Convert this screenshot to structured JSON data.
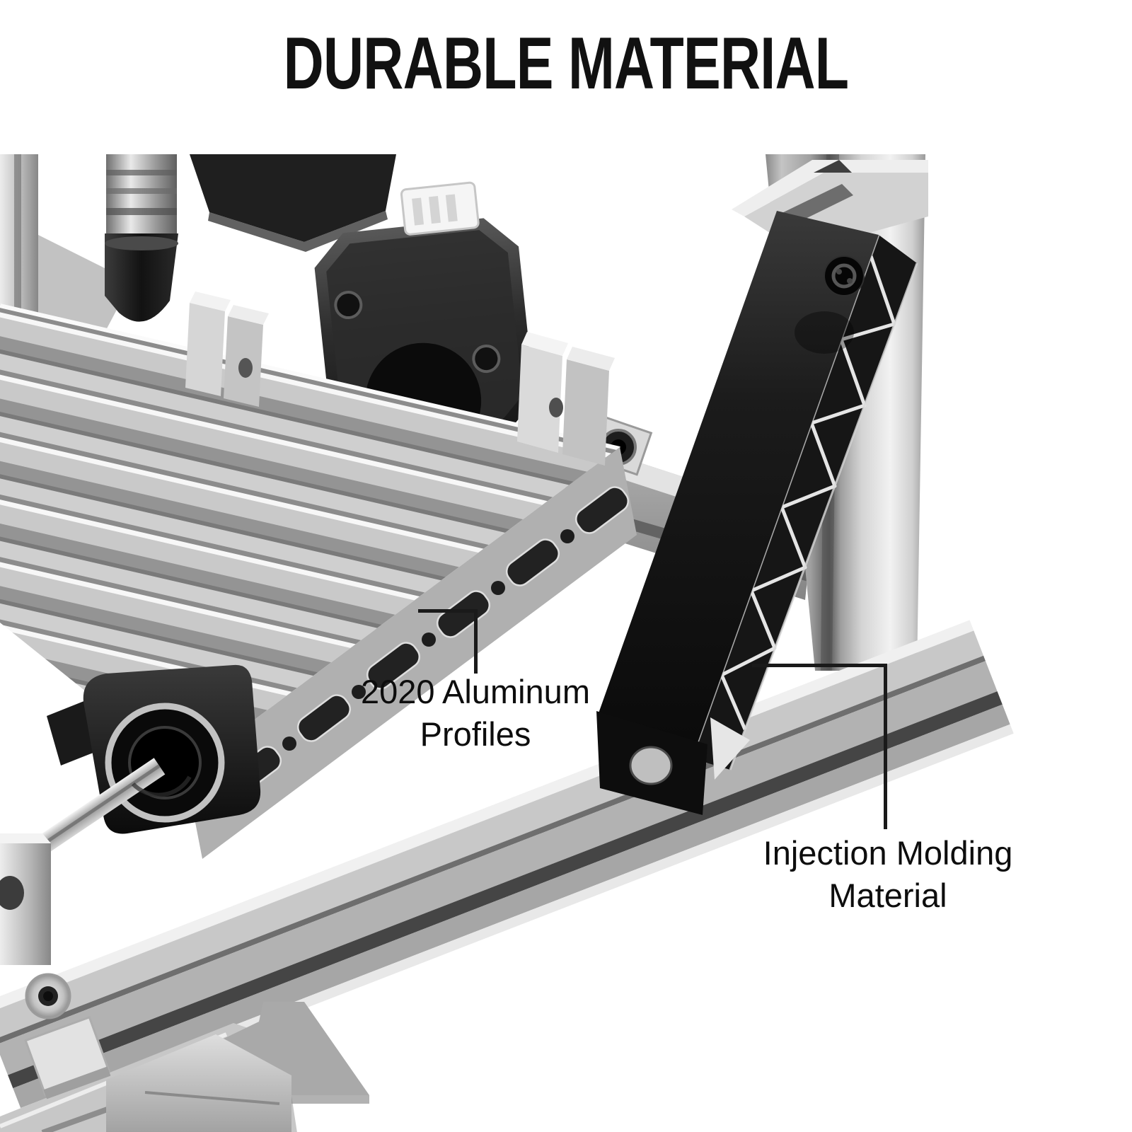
{
  "title": {
    "text": "DURABLE MATERIAL",
    "color": "#111111"
  },
  "callouts": [
    {
      "line1": "2020 Aluminum",
      "line2": "Profiles"
    },
    {
      "line1": "Injection Molding",
      "line2": "Material"
    }
  ],
  "style_colors": {
    "background": "#ffffff",
    "headline_text": "#111111",
    "callout_text": "#0d0d0d",
    "callout_line": "#1a1a1a"
  }
}
